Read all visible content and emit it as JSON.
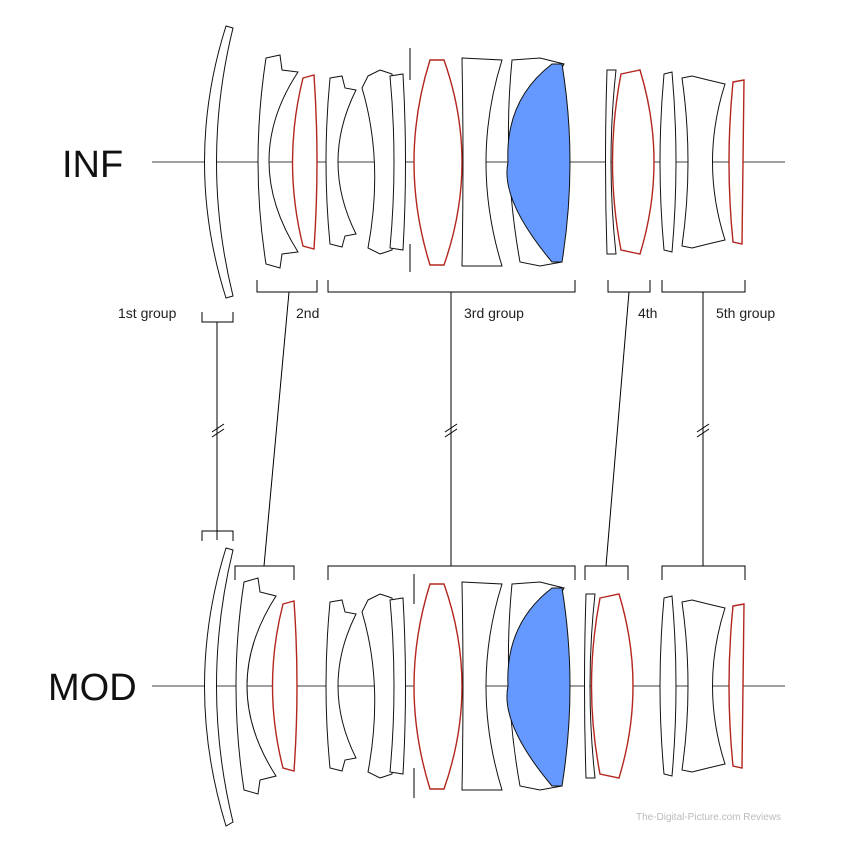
{
  "states": {
    "infinity": "INF",
    "minimum_focus": "MOD"
  },
  "groups": {
    "first": "1st group",
    "second": "2nd",
    "third": "3rd group",
    "fourth": "4th",
    "fifth": "5th group"
  },
  "watermark": "The-Digital-Picture.com Reviews",
  "colors": {
    "outline": "#111111",
    "highlight_element": "#b3261e",
    "special_element_fill": "#6699ff"
  }
}
